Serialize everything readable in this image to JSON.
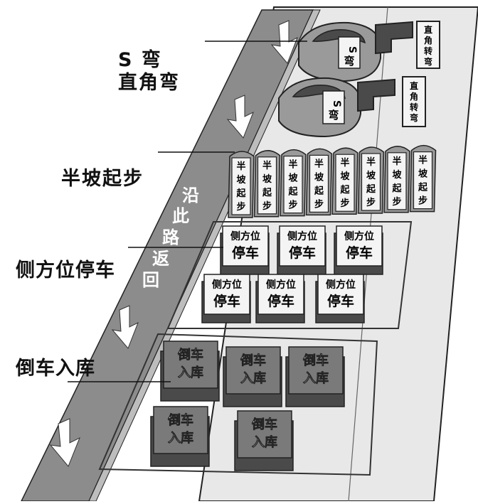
{
  "labels": {
    "s_curve": "S 弯",
    "right_angle_curve": "直角弯",
    "hill_start": "半坡起步",
    "side_parking": "侧方位停车",
    "reverse_parking": "倒车入库"
  },
  "road": {
    "return_text": [
      "沿",
      "此",
      "路",
      "返",
      "回"
    ]
  },
  "blocks": {
    "s_bend": [
      "S",
      "弯"
    ],
    "right_angle": [
      "直",
      "角",
      "转",
      "弯"
    ],
    "hill": [
      "半",
      "坡",
      "起",
      "步"
    ],
    "side_line1": "侧方位",
    "side_line2": "停车",
    "reverse_line1": "倒车",
    "reverse_line2": "入库"
  },
  "colors": {
    "road": "#8c8c8c",
    "ground": "#e6e6e6",
    "block_dark": "#4a4a4a",
    "block_mid": "#9a9a9a",
    "block_light": "#f4f4f4",
    "arrow": "#ffffff",
    "outline": "#222222"
  }
}
